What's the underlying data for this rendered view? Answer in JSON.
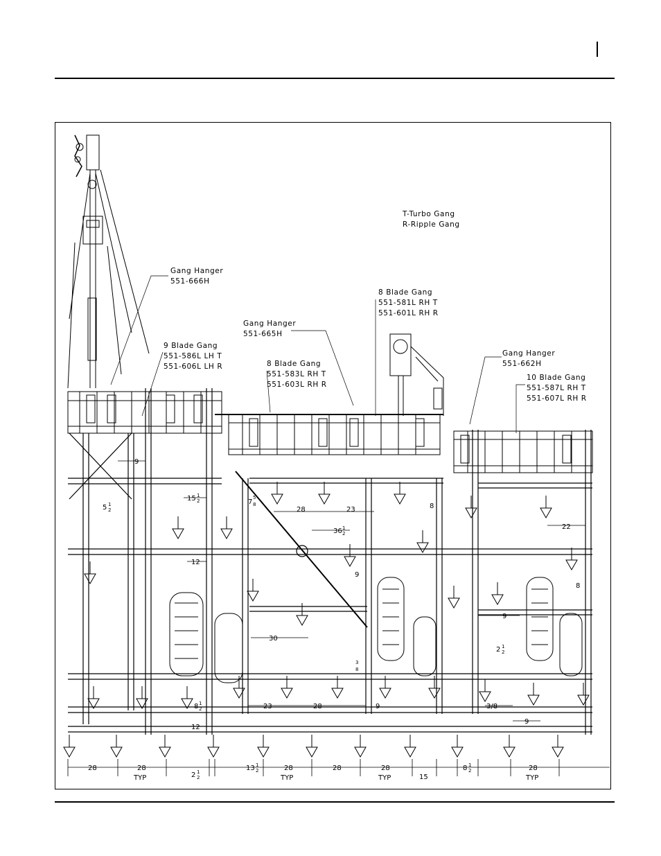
{
  "notes": {
    "legend_line1": "T-Turbo Gang",
    "legend_line2": "R-Ripple Gang"
  },
  "callouts": {
    "hanger_666_title": "Gang Hanger",
    "hanger_666_part": "551-666H",
    "blade9_title": "9 Blade Gang",
    "blade9_lh_t": "551-586L LH T",
    "blade9_lh_r": "551-606L LH R",
    "hanger_665_title": "Gang Hanger",
    "hanger_665_part": "551-665H",
    "blade8a_title": "8 Blade Gang",
    "blade8a_rh_t": "551-583L RH T",
    "blade8a_rh_r": "551-603L RH R",
    "blade8b_title": "8 Blade Gang",
    "blade8b_rh_t": "551-581L RH T",
    "blade8b_rh_r": "551-601L RH R",
    "hanger_662_title": "Gang Hanger",
    "hanger_662_part": "551-662H",
    "blade10_title": "10 Blade Gang",
    "blade10_rh_t": "551-587L RH T",
    "blade10_rh_r": "551-607L RH R"
  },
  "dims": {
    "d9a": "9",
    "d5half": "5",
    "d15half": "15",
    "d7five": "7",
    "d28a": "28",
    "d23a": "23",
    "d36half": "36",
    "d8a": "8",
    "d22": "22",
    "d12a": "12",
    "d9b": "9",
    "d8b": "8",
    "d30": "30",
    "d9c": "9",
    "d2half": "2",
    "d3eight": "3",
    "d8half": "8",
    "d23b": "23",
    "d28b": "28",
    "d9d": "9",
    "d3_8": "3/8",
    "d9e": "9",
    "d12b": "12",
    "b28a": "28",
    "b28b": "28",
    "typ1": "TYP",
    "b2half": "2",
    "b13half": "13",
    "b28c": "28",
    "typ2": "TYP",
    "b28d": "28",
    "b28e": "28",
    "typ3": "TYP",
    "b15": "15",
    "b8half": "8",
    "b28f": "28",
    "typ4": "TYP",
    "half": "1",
    "halfden": "2",
    "five": "5",
    "eight": "8"
  }
}
